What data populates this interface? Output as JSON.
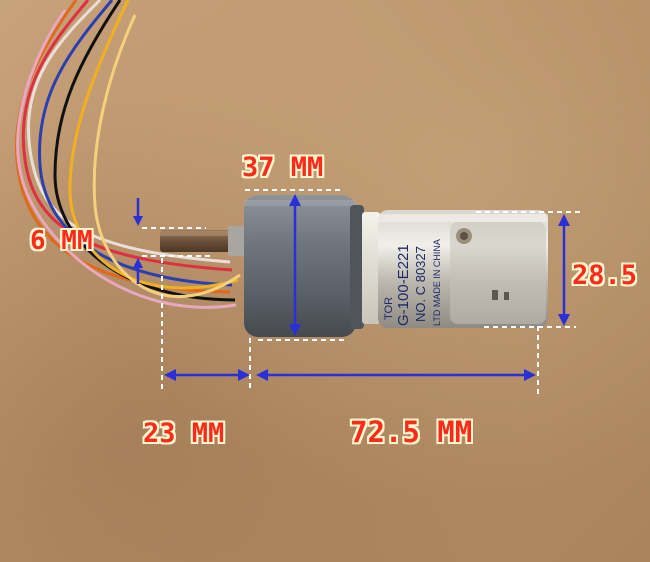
{
  "dimensions": {
    "diameter_gearbox": "37 MM",
    "shaft_diameter": "6 MM",
    "motor_diameter": "28.5",
    "shaft_length": "23 MM",
    "body_length": "72.5 MM"
  },
  "motor_print": {
    "line1": "TOR",
    "line2": "G-100-E221",
    "line3": "NO. C   80327",
    "line4": "LTD  MADE IN CHINA"
  },
  "colors": {
    "label_text": "#ff2a1a",
    "dimension_lines": "#2a2fd8",
    "guide_lines": "#ffffff"
  }
}
